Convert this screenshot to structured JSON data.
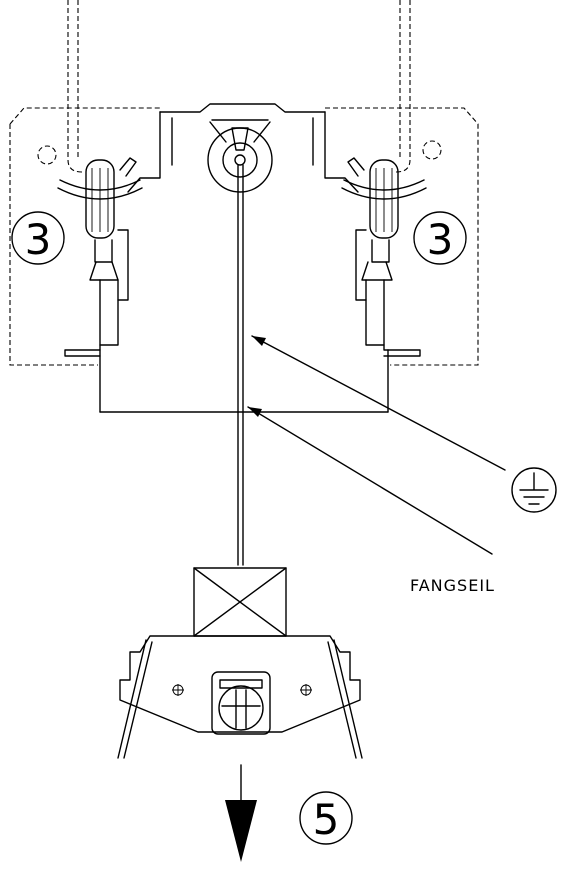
{
  "callouts": {
    "left": "3",
    "right": "3",
    "bottom": "5"
  },
  "labels": {
    "fangseil": "FANGSEIL"
  },
  "symbols": {
    "ground": "ground-symbol"
  }
}
